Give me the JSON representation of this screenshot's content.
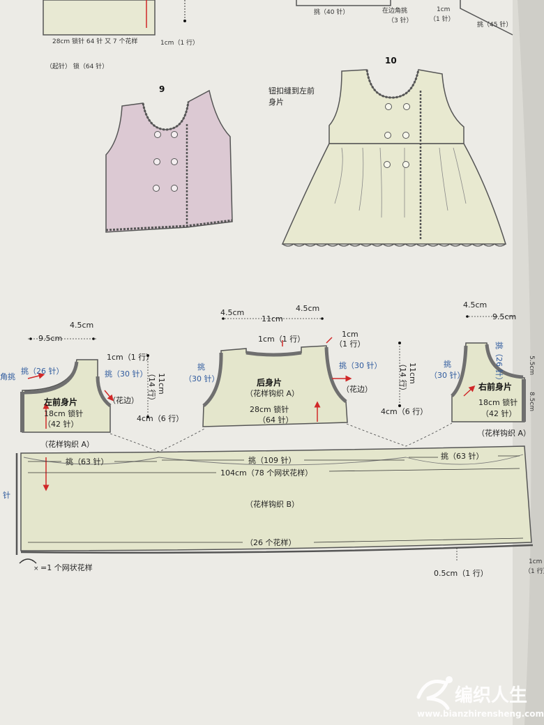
{
  "figures": {
    "fig9": {
      "number": "9"
    },
    "fig10": {
      "number": "10",
      "button_note_1": "钮扣缝到左前",
      "button_note_2": "身片"
    }
  },
  "top_fragment": {
    "line1": "28cm 锁针 64 针 又 7 个花样",
    "line2": "（起针） 锁（64 针）",
    "row1": "1cm（1 行）",
    "mid1": "挑（40 针）",
    "mid2": "在边角挑",
    "mid3": "（3 针）",
    "right1": "1cm",
    "right2": "（1 针）",
    "far_right": "挑（45 针）"
  },
  "left_front": {
    "title": "左前身片",
    "size": "18cm 锁针",
    "stitches": "（42 针）",
    "pattern": "（花样钩织 A）",
    "pick_top": "挑（26 针）",
    "pick_side": "挑（30 针）",
    "corner_pick": "角挑",
    "edge": "（花边）",
    "w1": "9.5cm",
    "w2": "4.5cm",
    "r1": "1cm（1 行）",
    "h1": "11cm",
    "h1b": "（14 行）",
    "h2": "4cm（6 行）"
  },
  "back": {
    "title": "后身片",
    "pattern": "（花样钩织 A）",
    "size": "28cm 锁针",
    "stitches": "（64 针）",
    "w_left": "4.5cm",
    "w_mid": "11cm",
    "w_right": "4.5cm",
    "neck": "1cm（1 行）",
    "r1a": "1cm",
    "r1b": "（1 行）",
    "pick_left": "挑",
    "pick_left_n": "（30 针）",
    "pick_right": "挑（30 针）",
    "edge": "（花边）",
    "h1": "11cm",
    "h1b": "（14 行）",
    "h2": "4cm（6 行）"
  },
  "right_front": {
    "title": "右前身片",
    "size": "18cm 锁针",
    "stitches": "（42 针）",
    "pattern": "（花样钩织 A）",
    "w1": "4.5cm",
    "w2": "9.5cm",
    "pick_side": "挑",
    "pick_side_n": "（30 针）",
    "pick_top": "挑（26 针）",
    "v1": "5.5cm",
    "v2": "8.5cm"
  },
  "skirt": {
    "pick_left": "挑（63 针）",
    "pick_mid": "挑（109 针）",
    "pick_right": "挑（63 针）",
    "width": "104cm（78 个网状花样）",
    "pattern": "（花样钩织 B）",
    "repeats": "（26 个花样）",
    "bottom_row": "0.5cm（1 行）",
    "right_row_a": "1cm",
    "right_row_b": "（1 行）",
    "left_edge": "针"
  },
  "legend": {
    "text": "=1 个网状花样",
    "symbol": "×"
  },
  "watermark": {
    "text": "编织人生",
    "url": "www.bianzhirensheng.com"
  },
  "colors": {
    "page": "#ecebe6",
    "piece": "#e4e6cc",
    "pink": "#dcc9d3",
    "dress": "#e8e9d0",
    "outline": "#555555",
    "band": "#6f6f6f",
    "blue": "#2e5a9e",
    "red": "#d02828"
  }
}
